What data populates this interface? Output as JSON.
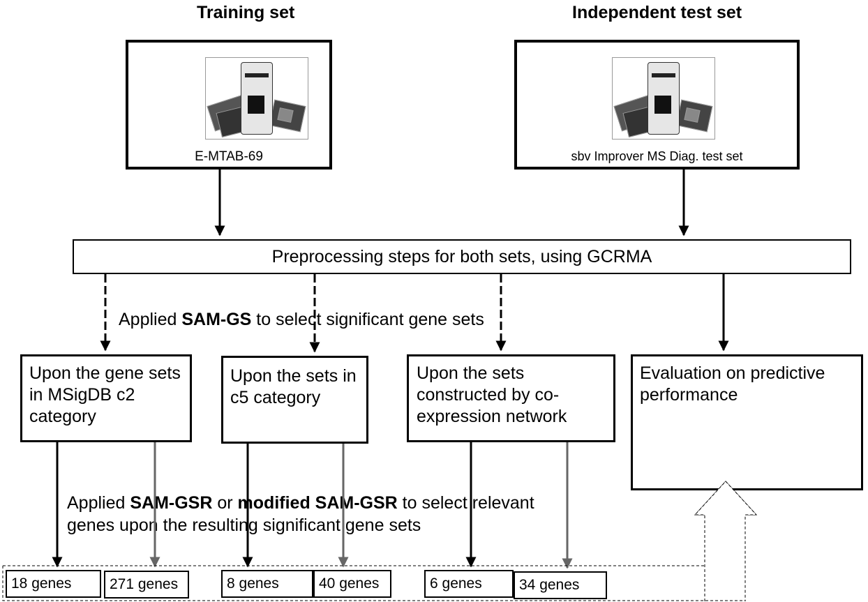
{
  "headers": {
    "training": "Training set",
    "test": "Independent test set"
  },
  "datasets": {
    "training_caption": "E-MTAB-69",
    "test_caption": "sbv Improver MS Diag. test set"
  },
  "preprocessing": "Preprocessing steps for both sets, using GCRMA",
  "samgs_label": {
    "pre": "Applied ",
    "bold": "SAM-GS",
    "post": " to select significant gene sets"
  },
  "categories": [
    "Upon the gene sets in MSigDB c2 category",
    "Upon the sets in c5 category",
    "Upon the sets constructed by co-expression network"
  ],
  "evaluation": "Evaluation on predictive performance",
  "samgsr_label": {
    "pre": "Applied ",
    "bold1": "SAM-GSR",
    "mid": " or ",
    "bold2": "modified SAM-GSR",
    "post": " to select relevant",
    "line2": "genes upon the resulting significant gene sets"
  },
  "gene_counts": [
    "18 genes",
    "271 genes",
    "8 genes",
    "40 genes",
    "6 genes",
    "34 genes"
  ]
}
